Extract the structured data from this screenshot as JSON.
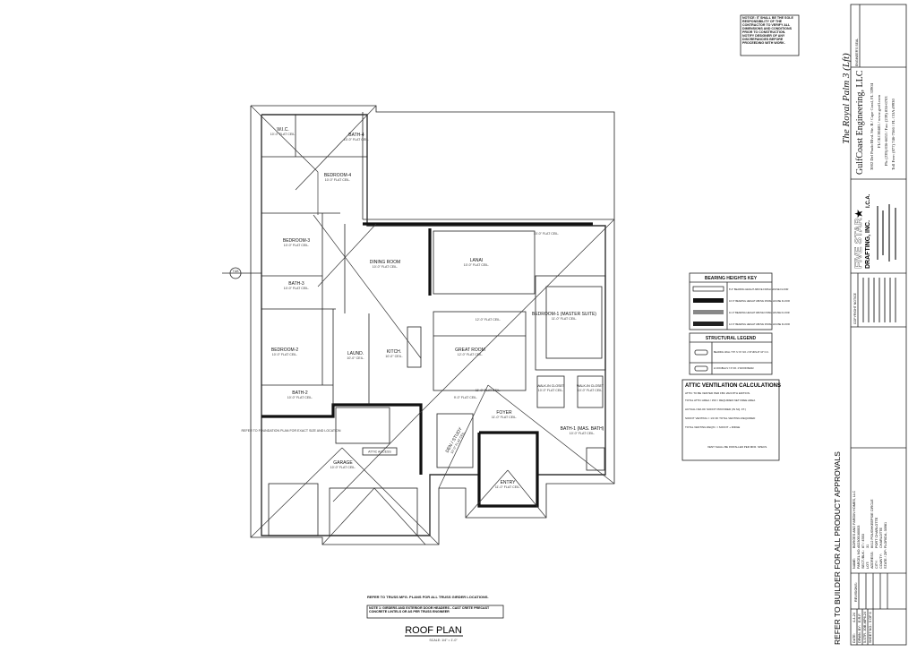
{
  "drawing": {
    "title": "ROOF PLAN",
    "scale": "SCALE: 1/4\" = 1'-0\"",
    "truss_note": "REFER TO TRUSS MFG. PLANS FOR ALL TRUSS GIRDER LOCATIONS.",
    "boxed_note": "NOTE 1: GIRDERS AND EXTERIOR DOOR HEADERS - CAST CRETE PRECAST CONCRETE LINTELS OR AS PER TRUSS ENGINEER",
    "side_note": "REFER TO BUILDER FOR ALL PRODUCT APPROVALS",
    "top_note": "NOTICE: IT SHALL BE THE SOLE RESPONSIBILITY OF THE CONTRACTOR TO VERIFY ALL DIMENSIONS AND CONDITIONS PRIOR TO CONSTRUCTION. NOTIFY DESIGNER OF ANY DISCREPANCIES BEFORE PROCEEDING WITH WORK.",
    "attic_access": "ATTIC ACCESS",
    "garage_note": "REFER TO FOUNDATION PLAN FOR EXACT SIZE AND LOCATION",
    "section_marker": "T&B"
  },
  "rooms": [
    {
      "name": "W.I.C.",
      "ceiling": "10'-0\" FLAT CEIL."
    },
    {
      "name": "BATH-4",
      "ceiling": "10'-0\" FLAT CEIL."
    },
    {
      "name": "BEDROOM-4",
      "ceiling": "10'-0\" FLAT CEIL."
    },
    {
      "name": "BEDROOM-3",
      "ceiling": "10'-0\" FLAT CEIL."
    },
    {
      "name": "DINING ROOM",
      "ceiling": "10'-0\" FLAT CEIL."
    },
    {
      "name": "BATH-3",
      "ceiling": "10'-0\" FLAT CEIL."
    },
    {
      "name": "BEDROOM-2",
      "ceiling": "10'-0\" FLAT CEIL."
    },
    {
      "name": "LAUND.",
      "ceiling": "10'-0\" CEIL."
    },
    {
      "name": "KITCH.",
      "ceiling": "10'-0\" CEIL."
    },
    {
      "name": "BATH-2",
      "ceiling": "10'-0\" FLAT CEIL."
    },
    {
      "name": "GARAGE",
      "ceiling": "10'-0\" FLAT CEIL."
    },
    {
      "name": "LANAI",
      "ceiling": "10'-0\" FLAT CEIL."
    },
    {
      "name": "BEDROOM-1 (MASTER SUITE)",
      "ceiling": "11'-0\" FLAT CEIL."
    },
    {
      "name": "GREAT ROOM",
      "ceiling": "12'-0\" FLAT CEIL."
    },
    {
      "name": "WALK-IN CLOSET",
      "ceiling": "10'-0\" FLAT CEIL."
    },
    {
      "name": "WALK-IN CLOSET",
      "ceiling": "10'-0\" FLAT CEIL."
    },
    {
      "name": "FOYER",
      "ceiling": "11'-0\" FLAT CEIL."
    },
    {
      "name": "BATH-1 (MAS. BATH)",
      "ceiling": "10'-0\" FLAT CEIL."
    },
    {
      "name": "ENTRY",
      "ceiling": "11'-0\" FLAT CEIL."
    },
    {
      "name": "DEN / STUDY",
      "ceiling": "10'-0\" FLAT CEIL."
    }
  ],
  "ceiling_notes": [
    "12'-0\" FLAT CEIL.",
    "11'-0\" FLAT CEIL.",
    "10'-0\" FLAT CEIL.",
    "9'-0\" FLAT CEIL."
  ],
  "legends": {
    "bearing_title": "BEARING HEIGHTS KEY",
    "bearing_items": [
      "8'-0\" BEARING HEIGHT ABOVE FINISH HOUSE FLOOR",
      "10'-0\" BEARING HEIGHT ABOVE FINISH HOUSE FLOOR",
      "11'-0\" BEARING HEIGHT ABOVE FINISH HOUSE FLOOR",
      "12'-0\" BEARING HEIGHT ABOVE FINISH HOUSE FLOOR"
    ],
    "structural_title": "STRUCTURAL LEGEND",
    "structural_items": [
      "BEARING WALL TYP. S.Y.P. NO. 2 STUDS AT 16\" O.C.",
      "2x DOUBLE S.Y.P. NO. 2 WOOD BEAM"
    ],
    "attic_title": "ATTIC VENTILATION CALCULATIONS",
    "attic_lines": [
      "ATTIC TO BE VENTED PER FBC 2023 8TH EDITION.",
      "TOTAL ATTIC AREA / 150 = REQUIRED NET FREE AREA",
      "ACTUAL NFA OF SOFFIT PROVIDED (IN SQ. FT.)",
      "SOFFIT VENTING = 1/3 OF TOTAL VENTING REQUIRED",
      "TOTAL VENTING REQ'D. = SOFFIT + RIDGE",
      "VENT SHALL BE INSTALLED PER MFR. SPECS."
    ]
  },
  "title_block": {
    "plan_name": "The Royal Palm 3 (Lft)",
    "owner_seal": "ENGINEER'S SEAL",
    "engineer": "GulfCoast Engineering, LLC",
    "engineer_lines": [
      "3002 Del Prado Blvd. Ste. B / Cape Coral, FL 33904",
      "FLCKC00481 / www.gcefl.com",
      "Ph: (239) 836-6653 / Fax: (239) 836-6703",
      "Toll Free: (877) 746-7566 / FL COA #9930"
    ],
    "drafting_name": "FIVE STAR",
    "drafting_sub": "DRAFTING, INC.",
    "drafting_ica": "I.C.A.",
    "copyright": "COPYRIGHT NOTICE",
    "project": [
      [
        "NAME:",
        "BORGES AND FARDIN HOMES, LLC"
      ],
      [
        "PARCEL NO.:",
        "402309180003"
      ],
      [
        "SECT./BLK.:",
        "87 / 4553"
      ],
      [
        "LOT:",
        "31"
      ],
      [
        "ADDRESS:",
        "8412 POUGHKEEPSIE CIRCLE"
      ],
      [
        "CITY:",
        "PORT CHARLOTTE"
      ],
      [
        "COUNTY:",
        "CHARLOTTE"
      ],
      [
        "STATE / ZIP:",
        "FLORIDA, 33981"
      ]
    ],
    "revisions_label": "REVISIONS:",
    "info": [
      [
        "DATE:",
        "4-4-24"
      ],
      [
        "DRWN. BY:",
        "E.R.F."
      ],
      [
        "5-STR. JOB #:",
        "4P6-24"
      ],
      [
        "SHEET NO.:",
        "5 OF 6"
      ]
    ]
  }
}
